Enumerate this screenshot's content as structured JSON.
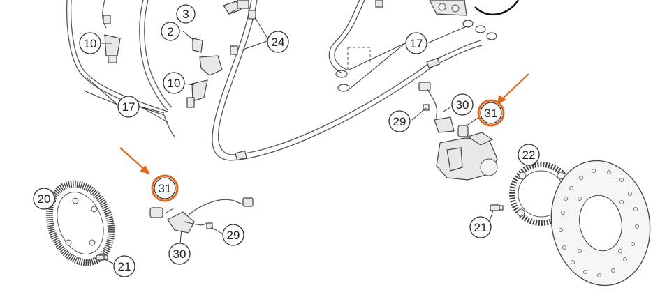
{
  "colors": {
    "highlight": "#e06a1c",
    "line": "#333333",
    "part_fill": "#e8e8e8"
  },
  "callouts": [
    {
      "id": "c3",
      "label": "3"
    },
    {
      "id": "c2",
      "label": "2"
    },
    {
      "id": "c24",
      "label": "24"
    },
    {
      "id": "c10a",
      "label": "10"
    },
    {
      "id": "c10b",
      "label": "10"
    },
    {
      "id": "c17a",
      "label": "17"
    },
    {
      "id": "c17b",
      "label": "17"
    },
    {
      "id": "c30a",
      "label": "30"
    },
    {
      "id": "c31a",
      "label": "31",
      "highlighted": true
    },
    {
      "id": "c29a",
      "label": "29"
    },
    {
      "id": "c22",
      "label": "22"
    },
    {
      "id": "c21a",
      "label": "21"
    },
    {
      "id": "c20",
      "label": "20"
    },
    {
      "id": "c31b",
      "label": "31",
      "highlighted": true
    },
    {
      "id": "c29b",
      "label": "29"
    },
    {
      "id": "c30b",
      "label": "30"
    },
    {
      "id": "c21b",
      "label": "21"
    }
  ]
}
